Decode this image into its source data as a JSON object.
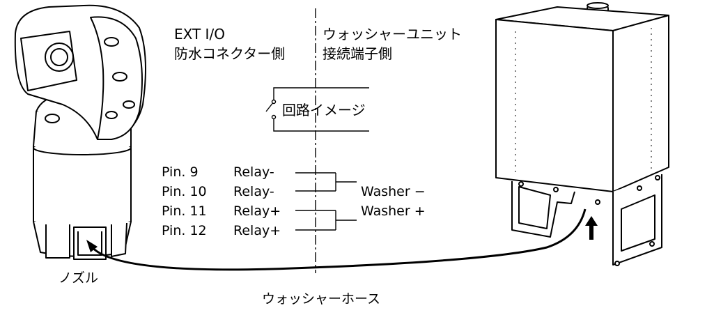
{
  "header": {
    "left_line1": "EXT I/O",
    "left_line2": "防水コネクター側",
    "right_line1": "ウォッシャーユニット",
    "right_line2": "接続端子側"
  },
  "circuit_image_label": "回路イメージ",
  "pins": [
    {
      "pin": "Pin. 9",
      "signal": "Relay-"
    },
    {
      "pin": "Pin. 10",
      "signal": "Relay-"
    },
    {
      "pin": "Pin. 11",
      "signal": "Relay+"
    },
    {
      "pin": "Pin. 12",
      "signal": "Relay+"
    }
  ],
  "washer_minus": "Washer −",
  "washer_plus": "Washer +",
  "nozzle_label": "ノズル",
  "hose_label": "ウォッシャーホース"
}
